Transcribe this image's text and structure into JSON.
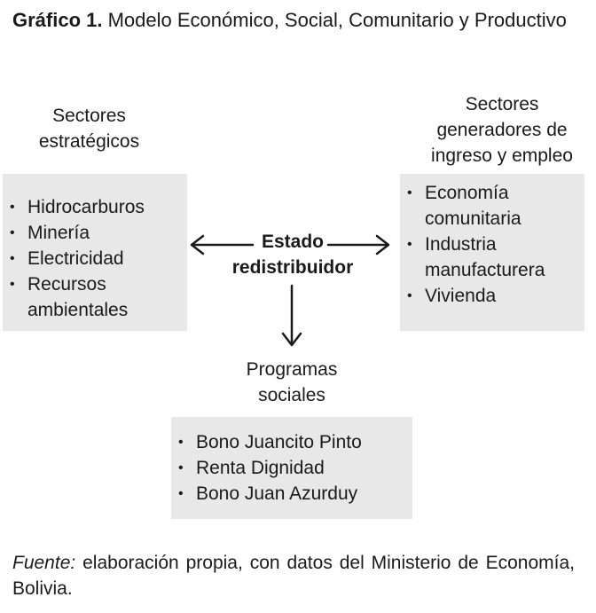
{
  "caption": {
    "number": "Gráfico 1.",
    "title": "Modelo Económico, Social, Comunitario y Productivo"
  },
  "left": {
    "heading_line1": "Sectores",
    "heading_line2": "estratégicos",
    "items": [
      "Hidrocarburos",
      "Minería",
      "Electricidad",
      "Recursos ambientales"
    ]
  },
  "right": {
    "heading_line1": "Sectores",
    "heading_line2": "generadores de",
    "heading_line3": "ingreso y empleo",
    "items": [
      "Economía comunitaria",
      "Industria manufacturera",
      "Vivienda"
    ]
  },
  "center": {
    "line1": "Estado",
    "line2": "redistribuidor"
  },
  "bottom": {
    "heading_line1": "Programas",
    "heading_line2": "sociales",
    "items": [
      "Bono Juancito Pinto",
      "Renta Dignidad",
      "Bono Juan Azurduy"
    ]
  },
  "source": {
    "label": "Fuente:",
    "text": "elaboración propia, con datos del Ministerio de Economía, Bolivia."
  }
}
